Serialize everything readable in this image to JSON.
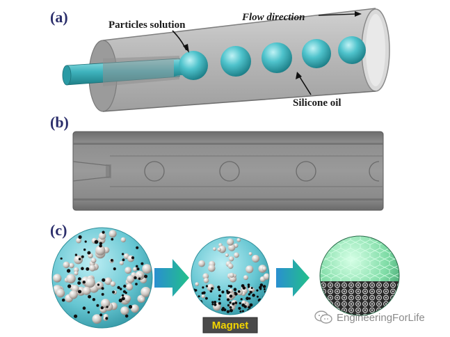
{
  "panels": {
    "a": {
      "label": "(a)",
      "particles_solution": "Particles solution",
      "flow_direction": "Flow direction",
      "silicone_oil": "Silicone oil"
    },
    "b": {
      "label": "(b)"
    },
    "c": {
      "label": "(c)",
      "magnet": "Magnet"
    }
  },
  "watermark": {
    "text": "EngineeringForLife"
  },
  "colors": {
    "panel_label": "#2b2e6b",
    "droplet": "#3fb3bd",
    "arrow_start": "#2a8fd0",
    "arrow_end": "#22c08a",
    "magnet_bg": "#4a4a4a",
    "magnet_text": "#f2d400",
    "shell_green": "#7fdca6"
  }
}
